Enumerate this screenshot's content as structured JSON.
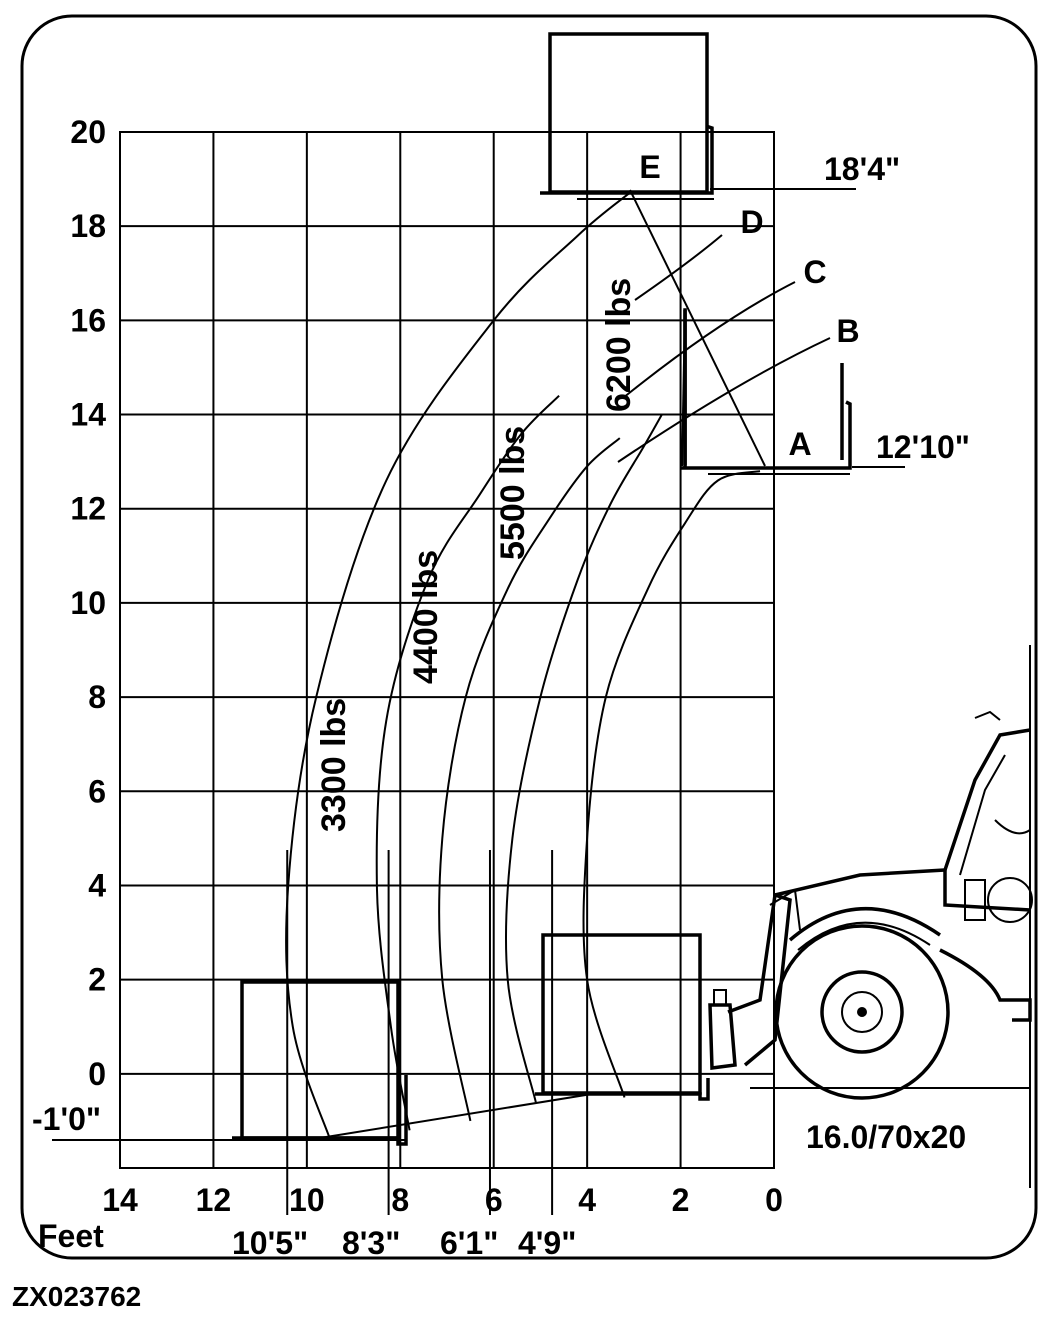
{
  "figure_id": "ZX023762",
  "chart_data": {
    "type": "line",
    "title": "",
    "xlabel": "Feet",
    "ylabel": "",
    "xlim": [
      14,
      0
    ],
    "ylim": [
      -2,
      20
    ],
    "x_tick_labels": [
      "14",
      "12",
      "10",
      "8",
      "6",
      "4",
      "2",
      "0"
    ],
    "y_tick_labels": [
      "20",
      "18",
      "16",
      "14",
      "12",
      "10",
      "8",
      "6",
      "4",
      "2",
      "0"
    ],
    "grid": true,
    "extra_y_label": "-1'0\"",
    "reach_labels": [
      "10'5\"",
      "8'3\"",
      "6'1\"",
      "4'9\""
    ],
    "reach_values_ft": [
      10.42,
      8.25,
      6.08,
      4.75
    ],
    "height_labels": [
      "18'4\"",
      "12'10\""
    ],
    "height_values_ft": [
      18.33,
      12.83
    ],
    "points": [
      "A",
      "B",
      "C",
      "D",
      "E"
    ],
    "tire_label": "16.0/70x20",
    "series": [
      {
        "name": "3300 lbs",
        "x": [
          9.5,
          10.3,
          10.4,
          9.8,
          8.3,
          6.0,
          4.2,
          3.1
        ],
        "y": [
          -1.4,
          1.0,
          4.0,
          8.0,
          12.6,
          16.0,
          17.8,
          18.7
        ]
      },
      {
        "name": "4400 lbs",
        "x": [
          7.8,
          8.2,
          8.5,
          8.3,
          7.4,
          6.3,
          5.4,
          4.6
        ],
        "y": [
          -1.2,
          1.0,
          4.0,
          7.5,
          10.5,
          12.3,
          13.6,
          14.4
        ]
      },
      {
        "name": "5500 lbs",
        "x": [
          6.5,
          7.1,
          7.1,
          6.6,
          5.7,
          4.8,
          4.0,
          3.3
        ],
        "y": [
          -1.0,
          2.0,
          5.0,
          8.0,
          10.3,
          11.8,
          12.9,
          13.5
        ]
      },
      {
        "name": "6200 lbs",
        "x": [
          5.1,
          5.7,
          5.6,
          5.0,
          4.2,
          3.5,
          2.8,
          2.4
        ],
        "y": [
          -0.6,
          2.0,
          5.0,
          8.0,
          10.5,
          12.1,
          13.3,
          14.0
        ]
      },
      {
        "name": "",
        "x": [
          3.2,
          4.0,
          4.0,
          3.6,
          2.7,
          1.9,
          1.2,
          0.3
        ],
        "y": [
          -0.5,
          2.0,
          5.0,
          8.0,
          10.3,
          11.7,
          12.6,
          12.8
        ]
      }
    ]
  }
}
